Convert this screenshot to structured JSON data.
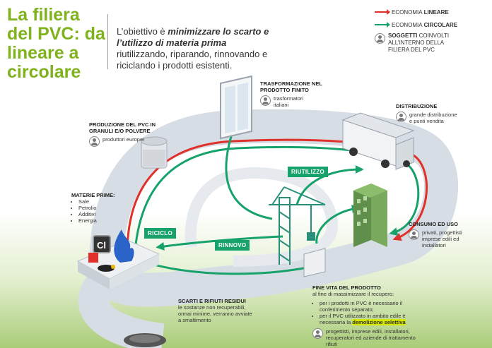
{
  "title": "La filiera del PVC: da lineare a circolare",
  "intro": {
    "p1": "L’obiettivo è ",
    "em": "minimizzare lo scarto e l’utilizzo di materia prima",
    "p2": " riutilizzando, riparando, rinnovando e riciclando i prodotti esistenti."
  },
  "legend": {
    "linear_prefix": "ECONOMIA",
    "linear": "LINEARE",
    "circular_prefix": "ECONOMIA",
    "circular": "CIRCOLARE",
    "subjects_bold": "SOGGETTI",
    "subjects_rest": " COINVOLTI ALL’INTERNO DELLA FILIERA DEL PVC"
  },
  "colors": {
    "accent_green": "#7fb21d",
    "circular": "#16a26a",
    "linear": "#e0302a",
    "highlight": "#d5e800"
  },
  "stages": {
    "materie_prime": {
      "title": "MATERIE PRIME:",
      "items": [
        "Sale",
        "Petrolio",
        "Additivi",
        "Energia"
      ]
    },
    "produzione": {
      "title": "PRODUZIONE DEL PVC IN GRANULI E/O POLVERE",
      "subject": "produttori europei"
    },
    "trasformazione": {
      "title": "TRASFORMAZIONE NEL PRODOTTO FINITO",
      "subject": "trasformatori italiani"
    },
    "distribuzione": {
      "title": "DISTRIBUZIONE",
      "subject": "grande distribuzione e punti vendita"
    },
    "consumo": {
      "title": "CONSUMO ED USO",
      "subject": "privati, progettisti imprese edili ed installatori"
    },
    "fine_vita": {
      "title": "FINE VITA DEL PRODOTTO",
      "desc": "al fine di massimizzare il recupero:",
      "b1": "per i prodotti in PVC è necessario il conferimento separato;",
      "b2_pre": "per il PVC utilizzato in ambito edile è necessaria la ",
      "b2_hl": "demolizione selettiva",
      "subject": "progettisti, imprese edili, installatori, recuperatori ed aziende di trattamento rifiuti"
    },
    "scarti": {
      "title": "SCARTI E RIFIUTI RESIDUI",
      "desc": "le sostanze non recuperabili, ormai minime, verranno avviate a smaltimento"
    }
  },
  "arrows": {
    "riciclo": "RICICLO",
    "rinnovo": "RINNOVO",
    "riutilizzo": "RIUTILIZZO"
  },
  "icons": [
    "person-icon",
    "cl-chlorine-icon",
    "flame-icon",
    "barrel-icon",
    "granules-jar-icon",
    "window-icon",
    "truck-icon",
    "building-icon",
    "crane-icon",
    "landfill-icon"
  ]
}
